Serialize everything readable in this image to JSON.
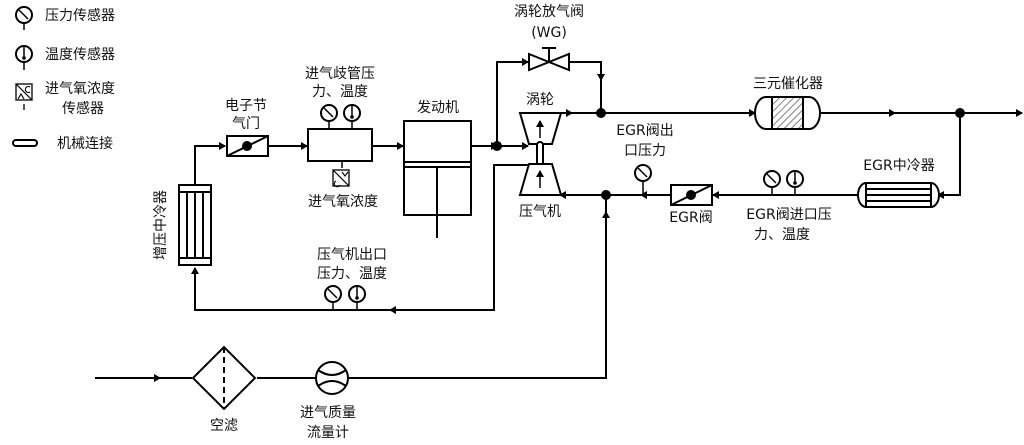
{
  "legend": {
    "pressure_sensor": "压力传感器",
    "temperature_sensor": "温度传感器",
    "oxygen_sensor_line1": "进气氧浓度",
    "oxygen_sensor_line2": "传感器",
    "mechanical_link": "机械连接"
  },
  "components": {
    "throttle_line1": "电子节",
    "throttle_line2": "气门",
    "manifold_sensor_line1": "进气歧管压",
    "manifold_sensor_line2": "力、温度",
    "intake_oxygen": "进气氧浓度",
    "engine": "发动机",
    "wastegate_line1": "涡轮放气阀",
    "wastegate_line2": "(WG)",
    "turbine": "涡轮",
    "compressor": "压气机",
    "catalyst": "三元催化器",
    "egr_out_line1": "EGR阀出",
    "egr_out_line2": "口压力",
    "egr_valve": "EGR阀",
    "egr_in_line1": "EGR阀进口压",
    "egr_in_line2": "力、温度",
    "egr_cooler": "EGR中冷器",
    "intercooler": "增压中冷器",
    "compressor_out_line1": "压气机出口",
    "compressor_out_line2": "压力、温度",
    "air_filter": "空滤",
    "maf_line1": "进气质量",
    "maf_line2": "流量计"
  }
}
